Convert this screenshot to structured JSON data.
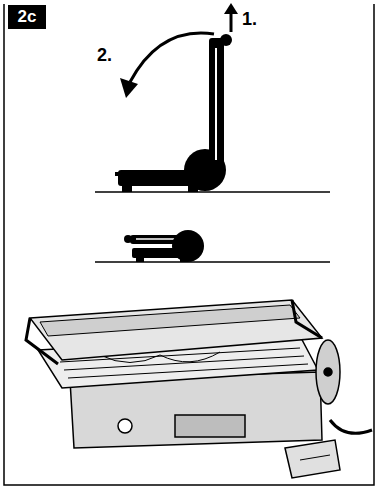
{
  "diagram": {
    "nodes": [
      {
        "text": [
          "2c"
        ]
      }
    ],
    "labels": [
      "1.",
      "2."
    ]
  }
}
